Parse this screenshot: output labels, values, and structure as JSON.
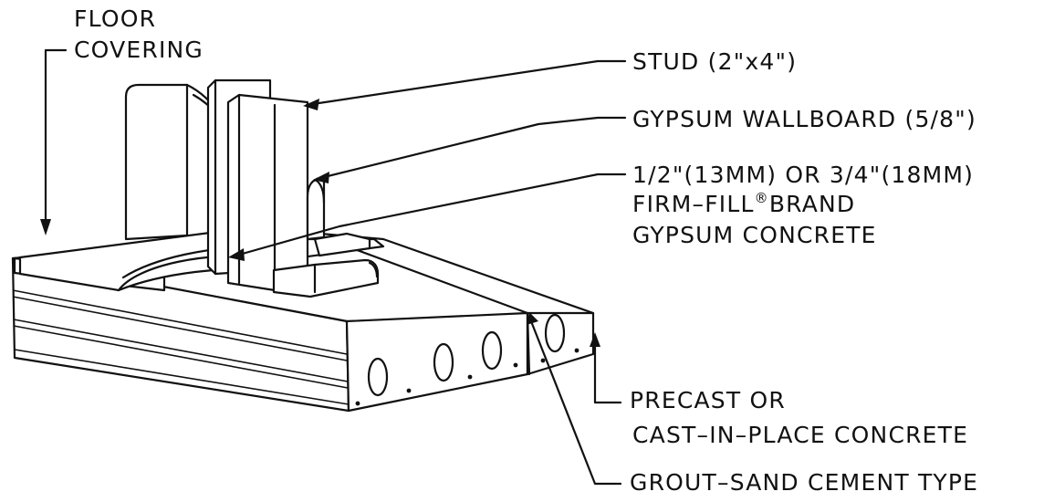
{
  "labels": {
    "floor_covering": [
      "FLOOR",
      "COVERING"
    ],
    "stud": "STUD (2\"x4\")",
    "wallboard": "GYPSUM WALLBOARD (5/8\")",
    "firm_fill": [
      "1/2\"(13MM) OR 3/4\"(18MM)",
      "FIRM–FILL",
      "®",
      "BRAND",
      "GYPSUM CONCRETE"
    ],
    "precast": [
      "PRECAST OR",
      "CAST–IN–PLACE CONCRETE"
    ],
    "grout": "GROUT–SAND CEMENT TYPE"
  },
  "colors": {
    "ink": "#111111",
    "paper": "#ffffff"
  }
}
